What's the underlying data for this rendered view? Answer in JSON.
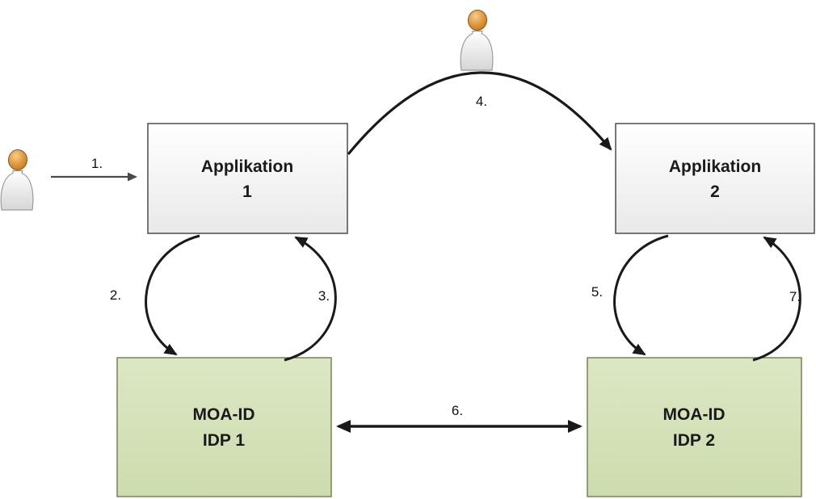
{
  "diagram": {
    "nodes": {
      "app1": {
        "line1": "Applikation",
        "line2": "1"
      },
      "app2": {
        "line1": "Applikation",
        "line2": "2"
      },
      "idp1": {
        "line1": "MOA-ID",
        "line2": "IDP 1"
      },
      "idp2": {
        "line1": "MOA-ID",
        "line2": "IDP 2"
      }
    },
    "steps": {
      "s1": "1.",
      "s2": "2.",
      "s3": "3.",
      "s4": "4.",
      "s5": "5.",
      "s6": "6.",
      "s7": "7."
    },
    "icons": {
      "person_top": "person-icon",
      "person_left": "person-icon"
    },
    "colors": {
      "app_fill_top": "#ffffff",
      "app_fill_bottom": "#e9e9e9",
      "app_border": "#565656",
      "idp_fill_top": "#dce7c4",
      "idp_fill_bottom": "#cddcae",
      "idp_border": "#6e7b4e",
      "arrow": "#1a1a1a",
      "step1_arrow": "#4a4a4a",
      "person_head_light": "#f7cd8d",
      "person_head_mid": "#dd9435",
      "person_head_dark": "#b96f1d",
      "person_body_top": "#ffffff",
      "person_body_bottom": "#d6d6d6"
    }
  }
}
